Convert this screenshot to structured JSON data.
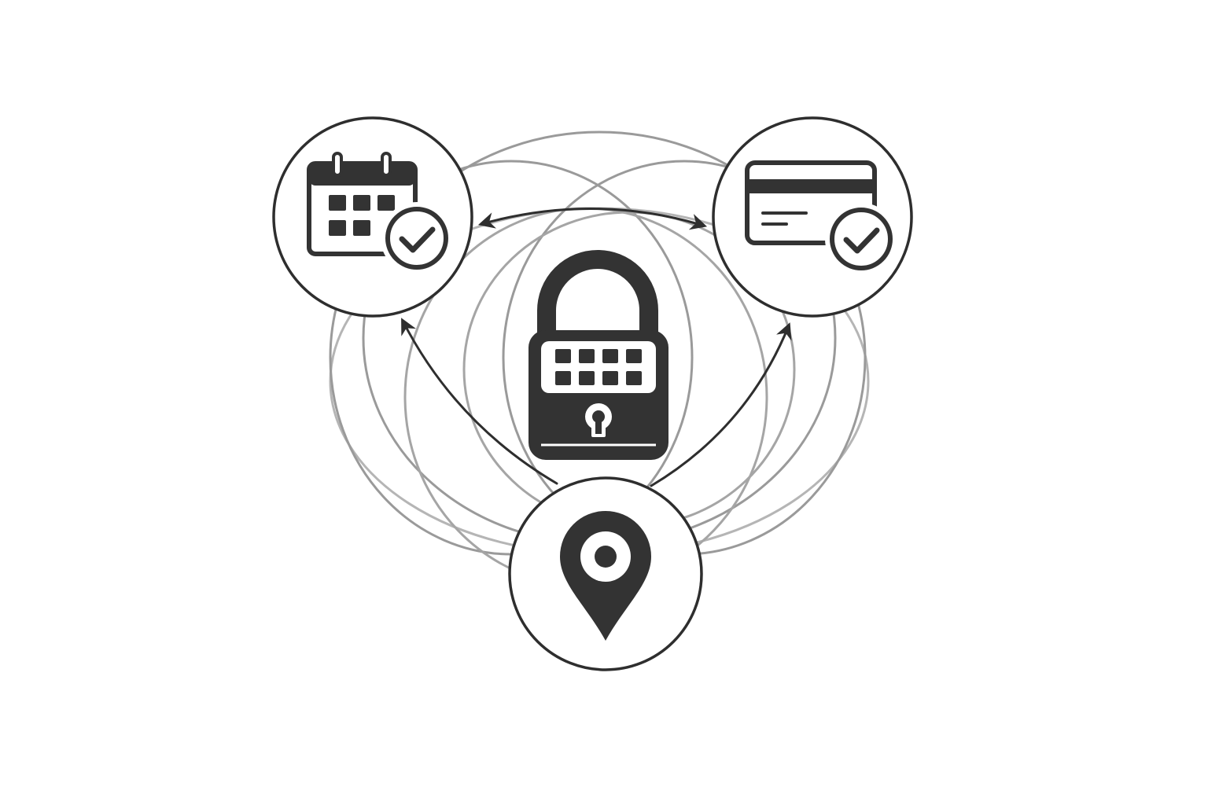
{
  "colors": {
    "background": "#ffffff",
    "icon": "#333333",
    "ring": "#8a8a8a",
    "ring_light": "#c4c4c4",
    "node_stroke": "#2e2e2e",
    "arrow": "#2e2e2e"
  },
  "nodes": [
    {
      "id": "calendar",
      "icon": "calendar-check-icon"
    },
    {
      "id": "card",
      "icon": "credit-card-check-icon"
    },
    {
      "id": "location",
      "icon": "map-pin-icon"
    }
  ],
  "center": {
    "icon": "padlock-keypad-icon"
  },
  "connections": [
    {
      "from": "calendar",
      "to": "card",
      "bidirectional": true
    },
    {
      "from": "location",
      "to": "calendar",
      "bidirectional": false
    },
    {
      "from": "location",
      "to": "card",
      "bidirectional": false
    }
  ]
}
